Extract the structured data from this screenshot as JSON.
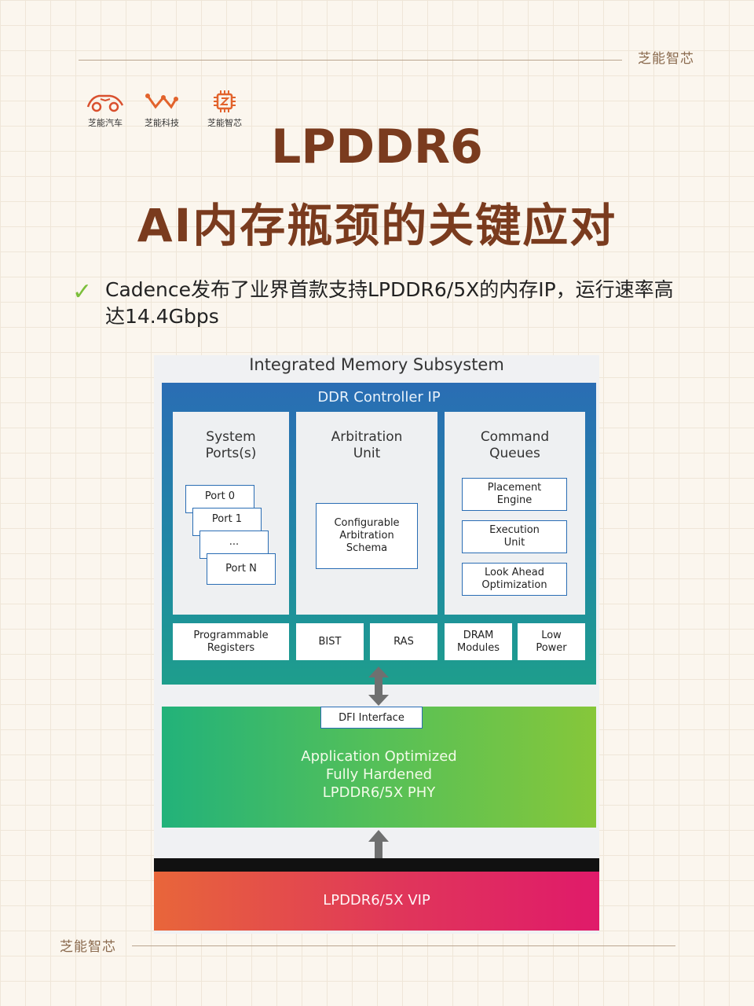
{
  "brand": "芝能智芯",
  "logos": [
    {
      "icon": "car-logo-icon",
      "label": "芝能汽车"
    },
    {
      "icon": "tech-logo-icon",
      "label": "芝能科技"
    },
    {
      "icon": "chip-logo-icon",
      "label": "芝能智芯"
    }
  ],
  "title": {
    "line1": "LPDDR6",
    "line2": "AI内存瓶颈的关键应对"
  },
  "bullet": {
    "icon": "checkmark-icon",
    "text": "Cadence发布了业界首款支持LPDDR6/5X的内存IP，运行速率高达14.4Gbps"
  },
  "diagram": {
    "title": "Integrated Memory Subsystem",
    "controller": {
      "title": "DDR Controller IP",
      "system_ports": {
        "title": "System Ports(s)",
        "ports": [
          "Port 0",
          "Port 1",
          "...",
          "Port N"
        ]
      },
      "arbitration": {
        "title": "Arbitration Unit",
        "box": "Configurable Arbitration Schema"
      },
      "command_queues": {
        "title": "Command Queues",
        "boxes": [
          "Placement Engine",
          "Execution Unit",
          "Look Ahead Optimization"
        ]
      },
      "bottom": [
        "Programmable Registers",
        "BIST",
        "RAS",
        "DRAM Modules",
        "Low Power"
      ]
    },
    "dfi": "DFI Interface",
    "phy": {
      "line1": "Application Optimized",
      "line2": "Fully Hardened",
      "line3": "LPDDR6/5X PHY"
    },
    "vip": "LPDDR6/5X VIP"
  }
}
